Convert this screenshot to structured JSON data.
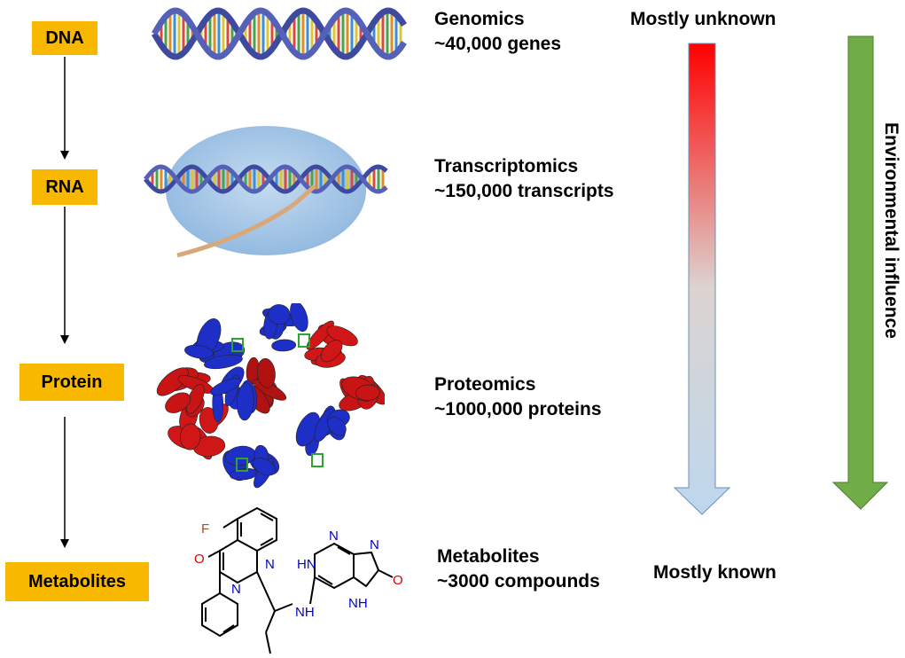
{
  "levels": [
    {
      "name": "DNA",
      "omics": "Genomics",
      "count": "~40,000 genes"
    },
    {
      "name": "RNA",
      "omics": "Transcriptomics",
      "count": "~150,000 transcripts"
    },
    {
      "name": "Protein",
      "omics": "Proteomics",
      "count": "~1000,000 proteins"
    },
    {
      "name": "Metabolites",
      "omics": "Metabolites",
      "count": "~3000 compounds"
    }
  ],
  "knowledge_arrow": {
    "top_label": "Mostly unknown",
    "bottom_label": "Mostly known",
    "colors": [
      "#FF0000",
      "#DCD4D0",
      "#BDD7EE"
    ]
  },
  "environment_arrow": {
    "label": "Environmental influence",
    "color": "#70AD47"
  },
  "box_color": "#F9B800",
  "molecule_atoms": {
    "fluorine": "F",
    "oxygen": "O",
    "nitrogen": "N",
    "hn": "HN",
    "nh": "NH"
  }
}
